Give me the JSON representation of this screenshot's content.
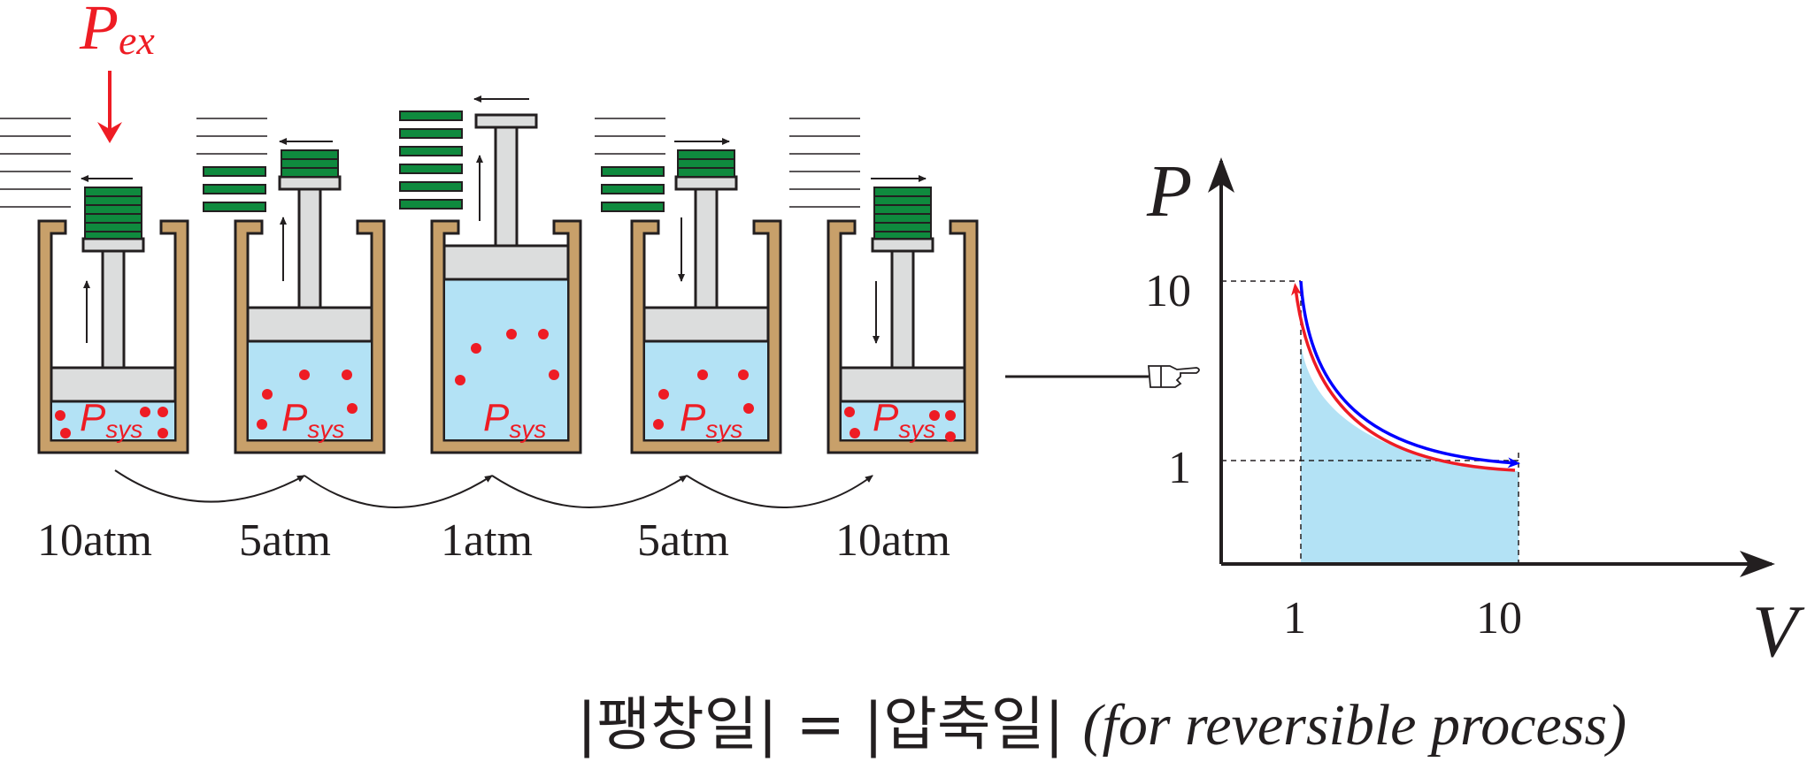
{
  "external_pressure_label": {
    "main": "P",
    "sub": "ex"
  },
  "system_pressure_label": {
    "main": "P",
    "sub": "sys"
  },
  "pressures": [
    "10atm",
    "5atm",
    "1atm",
    "5atm",
    "10atm"
  ],
  "graph": {
    "y_axis_label": "P",
    "x_axis_label": "V",
    "y_ticks": [
      "10",
      "1"
    ],
    "x_ticks": [
      "1",
      "10"
    ]
  },
  "equation": {
    "left": "|팽창일| = |압축일|",
    "note": "(for reversible process)"
  },
  "colors": {
    "piston_weight": "#0f8a3e",
    "cylinder_wall": "#c8a06a",
    "gas": "#b3e2f5",
    "molecule": "#ee1c24",
    "expansion_curve": "#0000ff",
    "compression_curve": "#ee1c24",
    "work_area": "#b3e2f5"
  }
}
